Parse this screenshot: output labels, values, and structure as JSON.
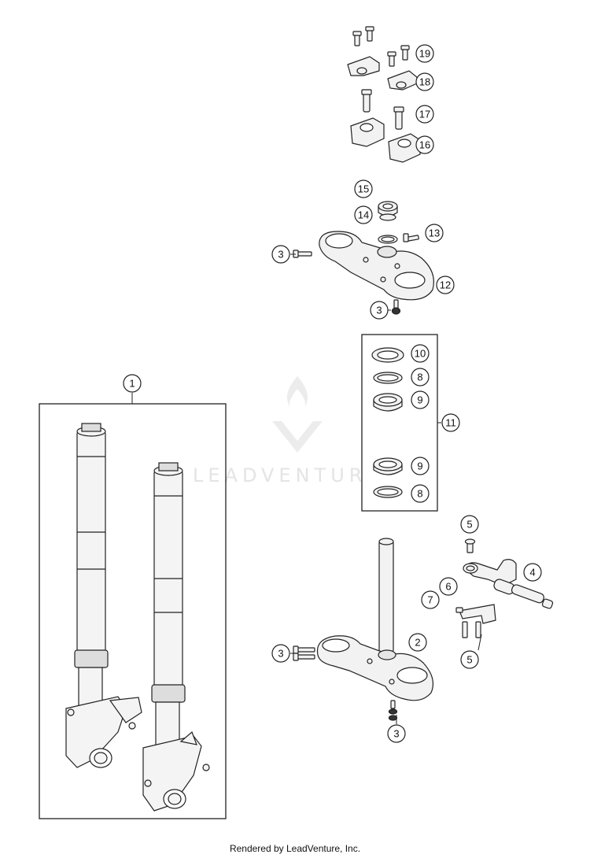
{
  "watermark": {
    "brand": "LEADVENTURE"
  },
  "footer": {
    "credit": "Rendered by LeadVenture, Inc."
  },
  "callouts": [
    {
      "id": "c19",
      "label": "19"
    },
    {
      "id": "c18",
      "label": "18"
    },
    {
      "id": "c17",
      "label": "17"
    },
    {
      "id": "c16",
      "label": "16"
    },
    {
      "id": "c15",
      "label": "15"
    },
    {
      "id": "c14",
      "label": "14"
    },
    {
      "id": "c13",
      "label": "13"
    },
    {
      "id": "c3a",
      "label": "3"
    },
    {
      "id": "c12",
      "label": "12"
    },
    {
      "id": "c3b",
      "label": "3"
    },
    {
      "id": "c10",
      "label": "10"
    },
    {
      "id": "c8a",
      "label": "8"
    },
    {
      "id": "c9a",
      "label": "9"
    },
    {
      "id": "c11",
      "label": "11"
    },
    {
      "id": "c9b",
      "label": "9"
    },
    {
      "id": "c8b",
      "label": "8"
    },
    {
      "id": "c1",
      "label": "1"
    },
    {
      "id": "c5a",
      "label": "5"
    },
    {
      "id": "c4",
      "label": "4"
    },
    {
      "id": "c6",
      "label": "6"
    },
    {
      "id": "c7",
      "label": "7"
    },
    {
      "id": "c2",
      "label": "2"
    },
    {
      "id": "c3c",
      "label": "3"
    },
    {
      "id": "c5b",
      "label": "5"
    },
    {
      "id": "c3d",
      "label": "3"
    }
  ]
}
